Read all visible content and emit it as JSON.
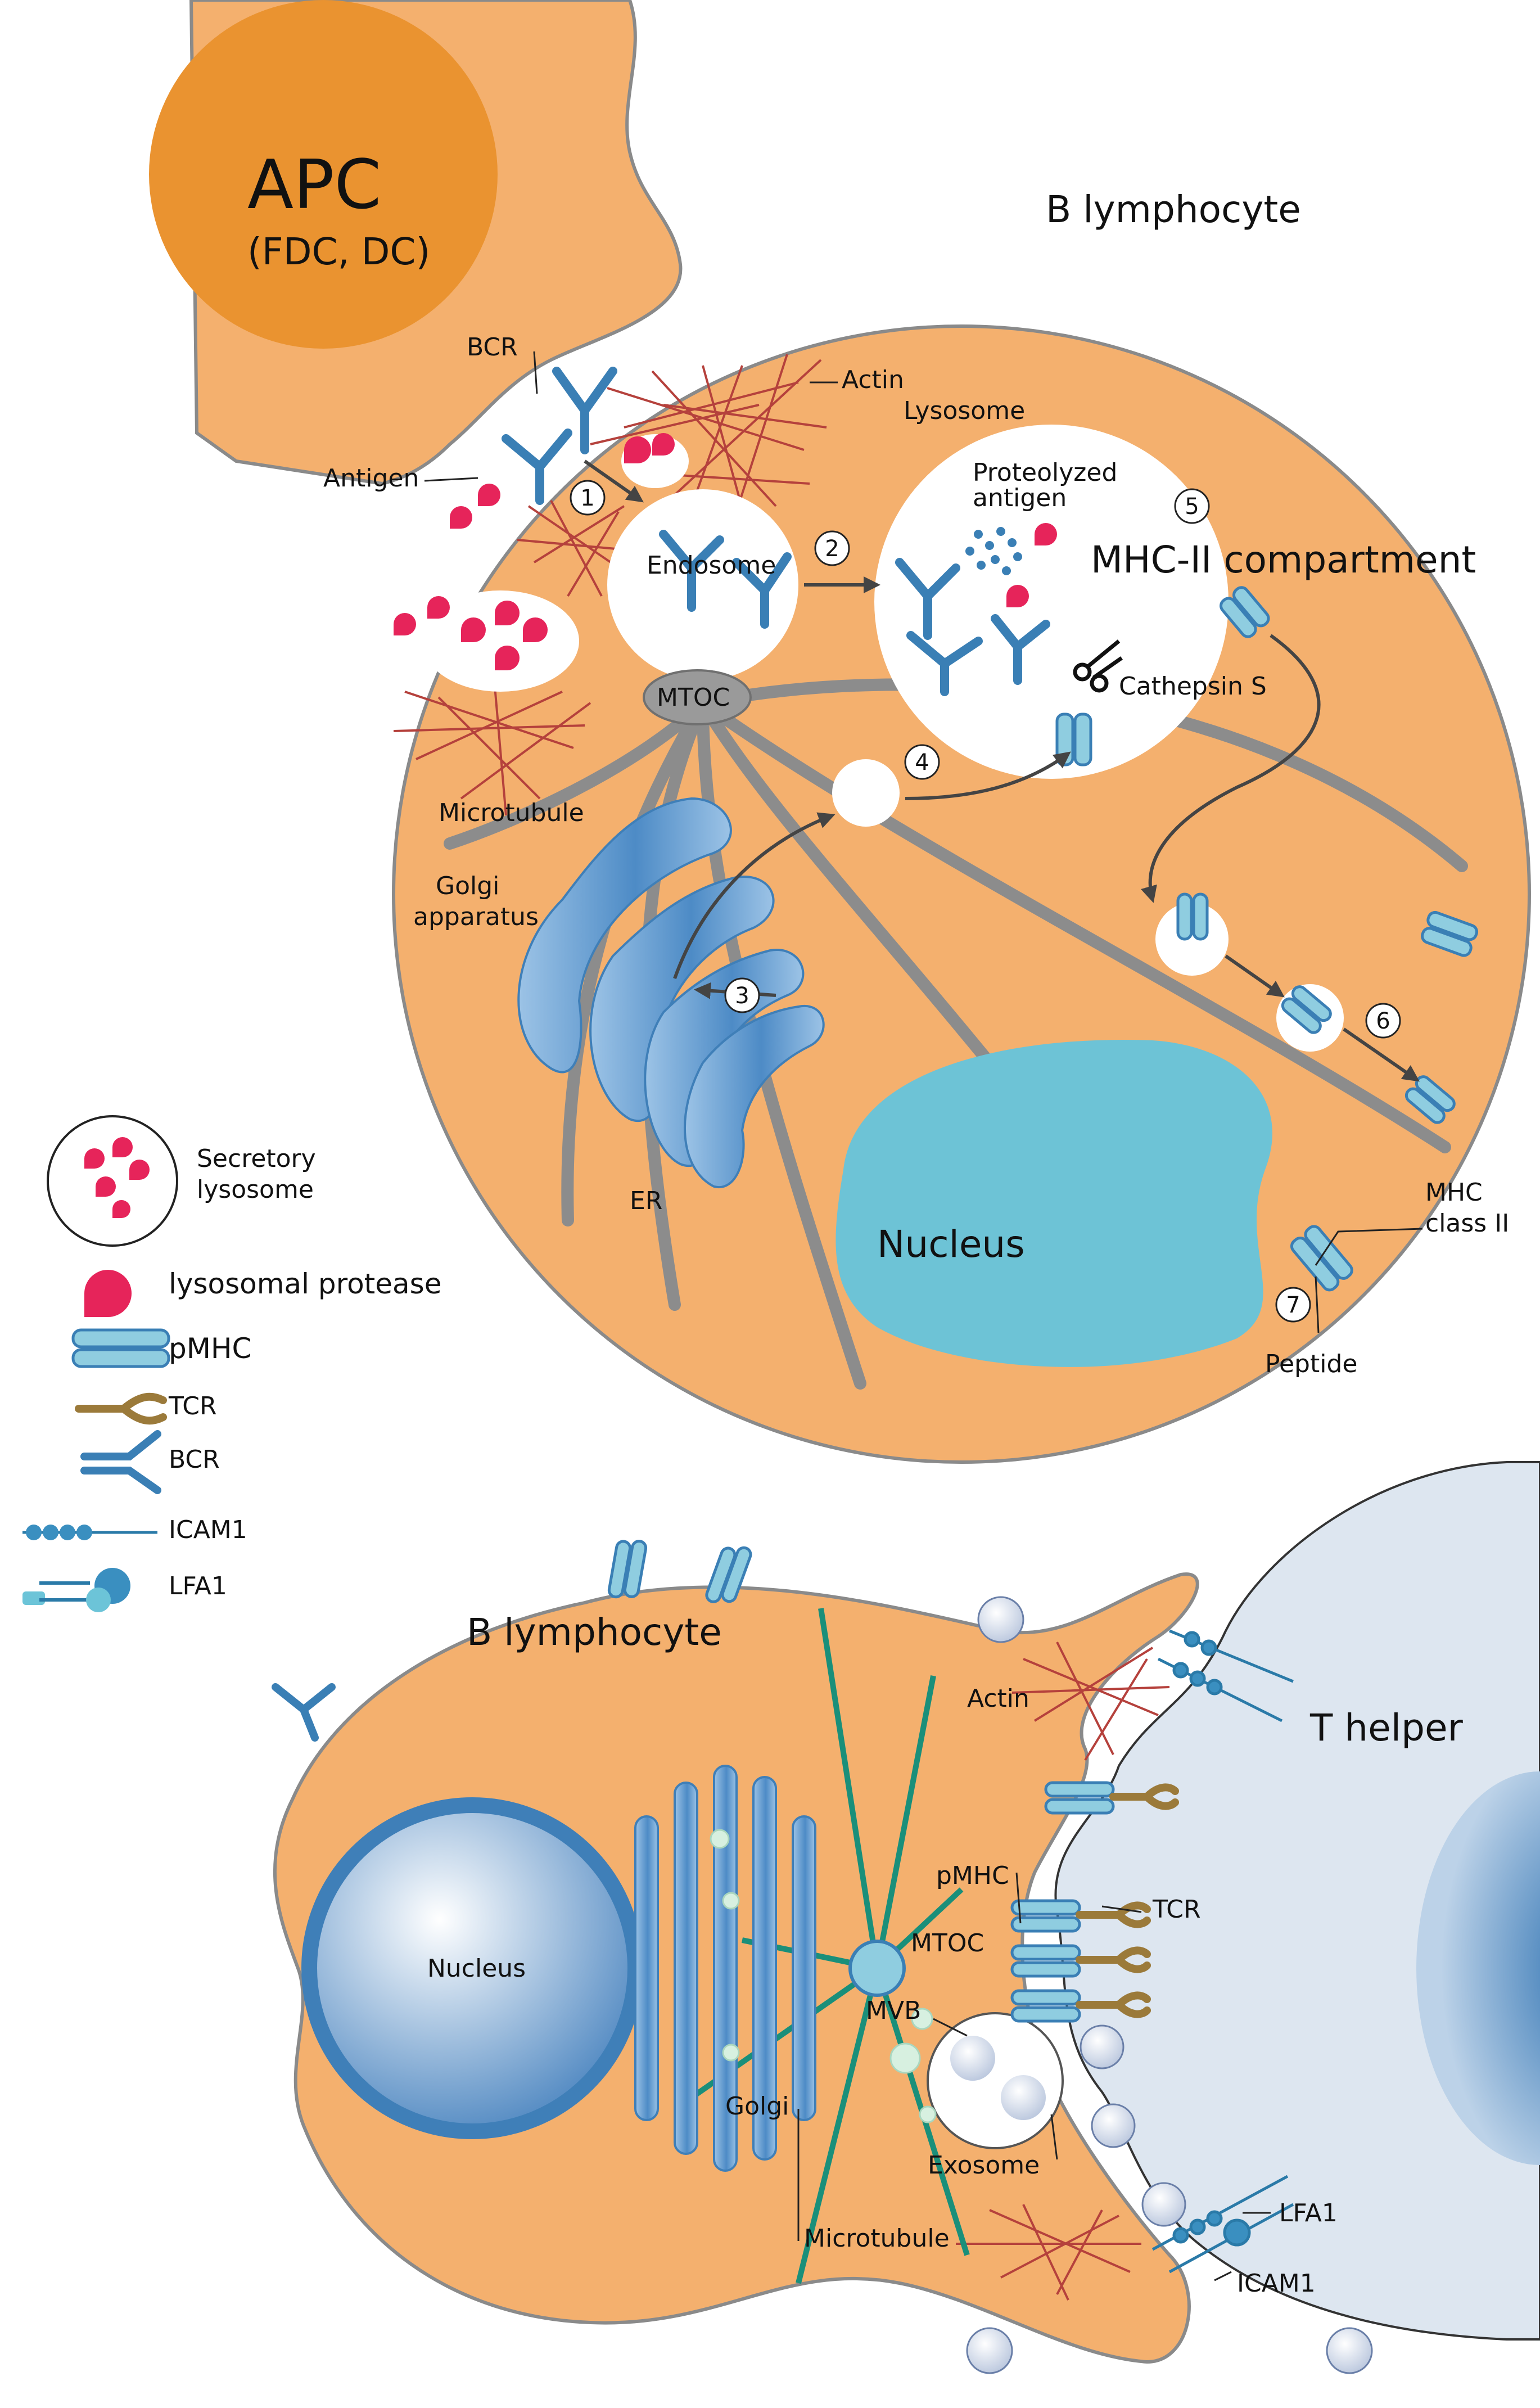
{
  "colors": {
    "cell_fill": "#f4b06e",
    "cell_stroke": "#8a8a8a",
    "apc_core": "#ea9330",
    "nucleus_teal": "#6dc3d6",
    "actin": "#b5413c",
    "microtubule_gray": "#8c8c8c",
    "microtubule_green": "#1a8f7a",
    "protease": "#e6245a",
    "receptor_blue": "#3a7fb5",
    "pmhc_light": "#8fcde0",
    "tcr_tan": "#e8cf95",
    "t_helper_fill": "#dde6f0"
  },
  "top_panel": {
    "apc_label": "APC",
    "apc_sublabel": "(FDC, DC)",
    "cell_title": "B lymphocyte",
    "labels": {
      "bcr": "BCR",
      "antigen": "Antigen",
      "actin": "Actin",
      "lysosome": "Lysosome",
      "proteolyzed_line1": "Proteolyzed",
      "proteolyzed_line2": "antigen",
      "endosome": "Endosome",
      "mhc_compartment": "MHC-II compartment",
      "cathepsin": "Cathepsin S",
      "mtoc": "MTOC",
      "microtubule": "Microtubule",
      "golgi_line1": "Golgi",
      "golgi_line2": "apparatus",
      "er": "ER",
      "nucleus": "Nucleus",
      "mhc_class_line1": "MHC",
      "mhc_class_line2": "class II",
      "peptide": "Peptide"
    },
    "steps": [
      "1",
      "2",
      "3",
      "4",
      "5",
      "6",
      "7"
    ]
  },
  "legend": {
    "secretory_line1": "Secretory",
    "secretory_line2": "lysosome",
    "protease": "lysosomal protease",
    "pmhc": "pMHC",
    "tcr": "TCR",
    "bcr": "BCR",
    "icam1": "ICAM1",
    "lfa1": "LFA1"
  },
  "bottom_panel": {
    "cell_title": "B lymphocyte",
    "t_helper": "T helper",
    "labels": {
      "actin": "Actin",
      "nucleus": "Nucleus",
      "pmhc": "pMHC",
      "tcr": "TCR",
      "mtoc": "MTOC",
      "mvb": "MVB",
      "golgi": "Golgi",
      "exosome": "Exosome",
      "microtubule": "Microtubule",
      "lfa1": "LFA1",
      "icam1": "ICAM1"
    }
  }
}
